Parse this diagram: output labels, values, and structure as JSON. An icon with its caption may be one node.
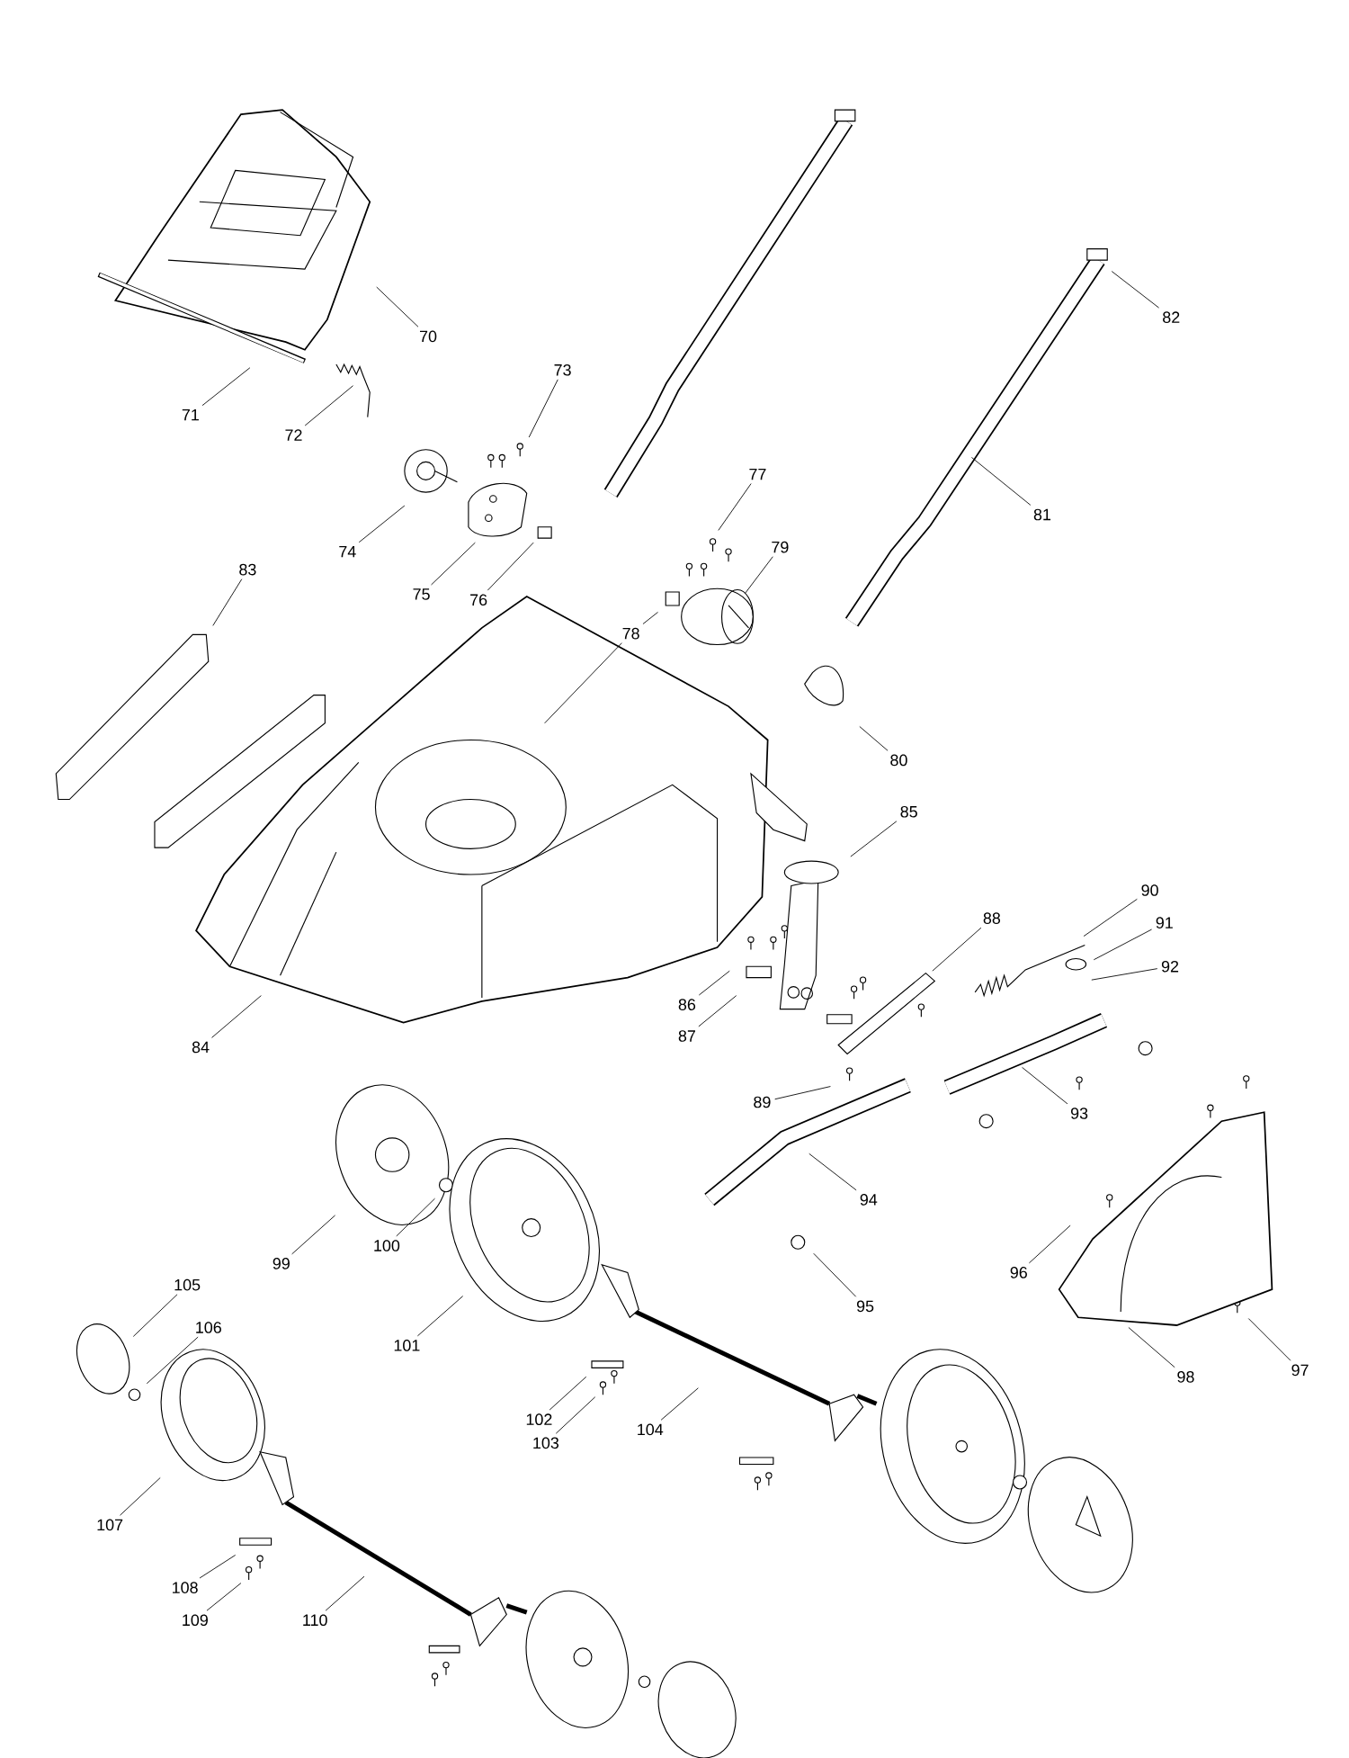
{
  "diagram": {
    "nodes": [
      {
        "text": [
          "70"
        ]
      },
      {
        "text": [
          "71"
        ]
      },
      {
        "text": [
          "72"
        ]
      },
      {
        "text": [
          "73"
        ]
      },
      {
        "text": [
          "74"
        ]
      },
      {
        "text": [
          "75"
        ]
      },
      {
        "text": [
          "76"
        ]
      },
      {
        "text": [
          "77"
        ]
      },
      {
        "text": [
          "78"
        ]
      },
      {
        "text": [
          "79"
        ]
      },
      {
        "text": [
          "80"
        ]
      },
      {
        "text": [
          "81"
        ]
      },
      {
        "text": [
          "82"
        ]
      },
      {
        "text": [
          "83"
        ]
      },
      {
        "text": [
          "84"
        ]
      },
      {
        "text": [
          "85"
        ]
      },
      {
        "text": [
          "86"
        ]
      },
      {
        "text": [
          "87"
        ]
      },
      {
        "text": [
          "88"
        ]
      },
      {
        "text": [
          "89"
        ]
      },
      {
        "text": [
          "90"
        ]
      },
      {
        "text": [
          "91"
        ]
      },
      {
        "text": [
          "92"
        ]
      },
      {
        "text": [
          "93"
        ]
      },
      {
        "text": [
          "94"
        ]
      },
      {
        "text": [
          "95"
        ]
      },
      {
        "text": [
          "96"
        ]
      },
      {
        "text": [
          "97"
        ]
      },
      {
        "text": [
          "98"
        ]
      },
      {
        "text": [
          "99"
        ]
      },
      {
        "text": [
          "100"
        ]
      },
      {
        "text": [
          "101"
        ]
      },
      {
        "text": [
          "102"
        ]
      },
      {
        "text": [
          "103"
        ]
      },
      {
        "text": [
          "104"
        ]
      },
      {
        "text": [
          "105"
        ]
      },
      {
        "text": [
          "106"
        ]
      },
      {
        "text": [
          "107"
        ]
      },
      {
        "text": [
          "108"
        ]
      },
      {
        "text": [
          "109"
        ]
      },
      {
        "text": [
          "110"
        ]
      }
    ],
    "edges": [
      {
        "from": 0,
        "to": null,
        "arrow": "none"
      },
      {
        "from": 1,
        "to": null,
        "arrow": "none"
      },
      {
        "from": 2,
        "to": null,
        "arrow": "none"
      },
      {
        "from": 3,
        "to": null,
        "arrow": "none"
      },
      {
        "from": 4,
        "to": null,
        "arrow": "none"
      },
      {
        "from": 5,
        "to": null,
        "arrow": "none"
      },
      {
        "from": 6,
        "to": null,
        "arrow": "none"
      },
      {
        "from": 7,
        "to": null,
        "arrow": "none"
      },
      {
        "from": 8,
        "to": null,
        "arrow": "none"
      },
      {
        "from": 8,
        "to": null,
        "arrow": "none"
      },
      {
        "from": 9,
        "to": null,
        "arrow": "none"
      },
      {
        "from": 10,
        "to": null,
        "arrow": "none"
      },
      {
        "from": 11,
        "to": null,
        "arrow": "none"
      },
      {
        "from": 12,
        "to": null,
        "arrow": "none"
      },
      {
        "from": 13,
        "to": null,
        "arrow": "none"
      },
      {
        "from": 14,
        "to": null,
        "arrow": "none"
      },
      {
        "from": 15,
        "to": null,
        "arrow": "none"
      },
      {
        "from": 16,
        "to": null,
        "arrow": "none"
      },
      {
        "from": 17,
        "to": null,
        "arrow": "none"
      },
      {
        "from": 18,
        "to": null,
        "arrow": "none"
      },
      {
        "from": 19,
        "to": null,
        "arrow": "none"
      },
      {
        "from": 20,
        "to": null,
        "arrow": "none"
      },
      {
        "from": 21,
        "to": null,
        "arrow": "none"
      },
      {
        "from": 22,
        "to": null,
        "arrow": "none"
      },
      {
        "from": 23,
        "to": null,
        "arrow": "none"
      },
      {
        "from": 24,
        "to": null,
        "arrow": "none"
      },
      {
        "from": 25,
        "to": null,
        "arrow": "none"
      },
      {
        "from": 26,
        "to": null,
        "arrow": "none"
      },
      {
        "from": 27,
        "to": null,
        "arrow": "none"
      },
      {
        "from": 28,
        "to": null,
        "arrow": "none"
      },
      {
        "from": 29,
        "to": null,
        "arrow": "none"
      },
      {
        "from": 30,
        "to": null,
        "arrow": "none"
      },
      {
        "from": 31,
        "to": null,
        "arrow": "none"
      },
      {
        "from": 32,
        "to": null,
        "arrow": "none"
      },
      {
        "from": 33,
        "to": null,
        "arrow": "none"
      },
      {
        "from": 34,
        "to": null,
        "arrow": "none"
      },
      {
        "from": 35,
        "to": null,
        "arrow": "none"
      },
      {
        "from": 36,
        "to": null,
        "arrow": "none"
      },
      {
        "from": 37,
        "to": null,
        "arrow": "none"
      },
      {
        "from": 38,
        "to": null,
        "arrow": "none"
      },
      {
        "from": 39,
        "to": null,
        "arrow": "none"
      },
      {
        "from": 40,
        "to": null,
        "arrow": "none"
      }
    ]
  }
}
